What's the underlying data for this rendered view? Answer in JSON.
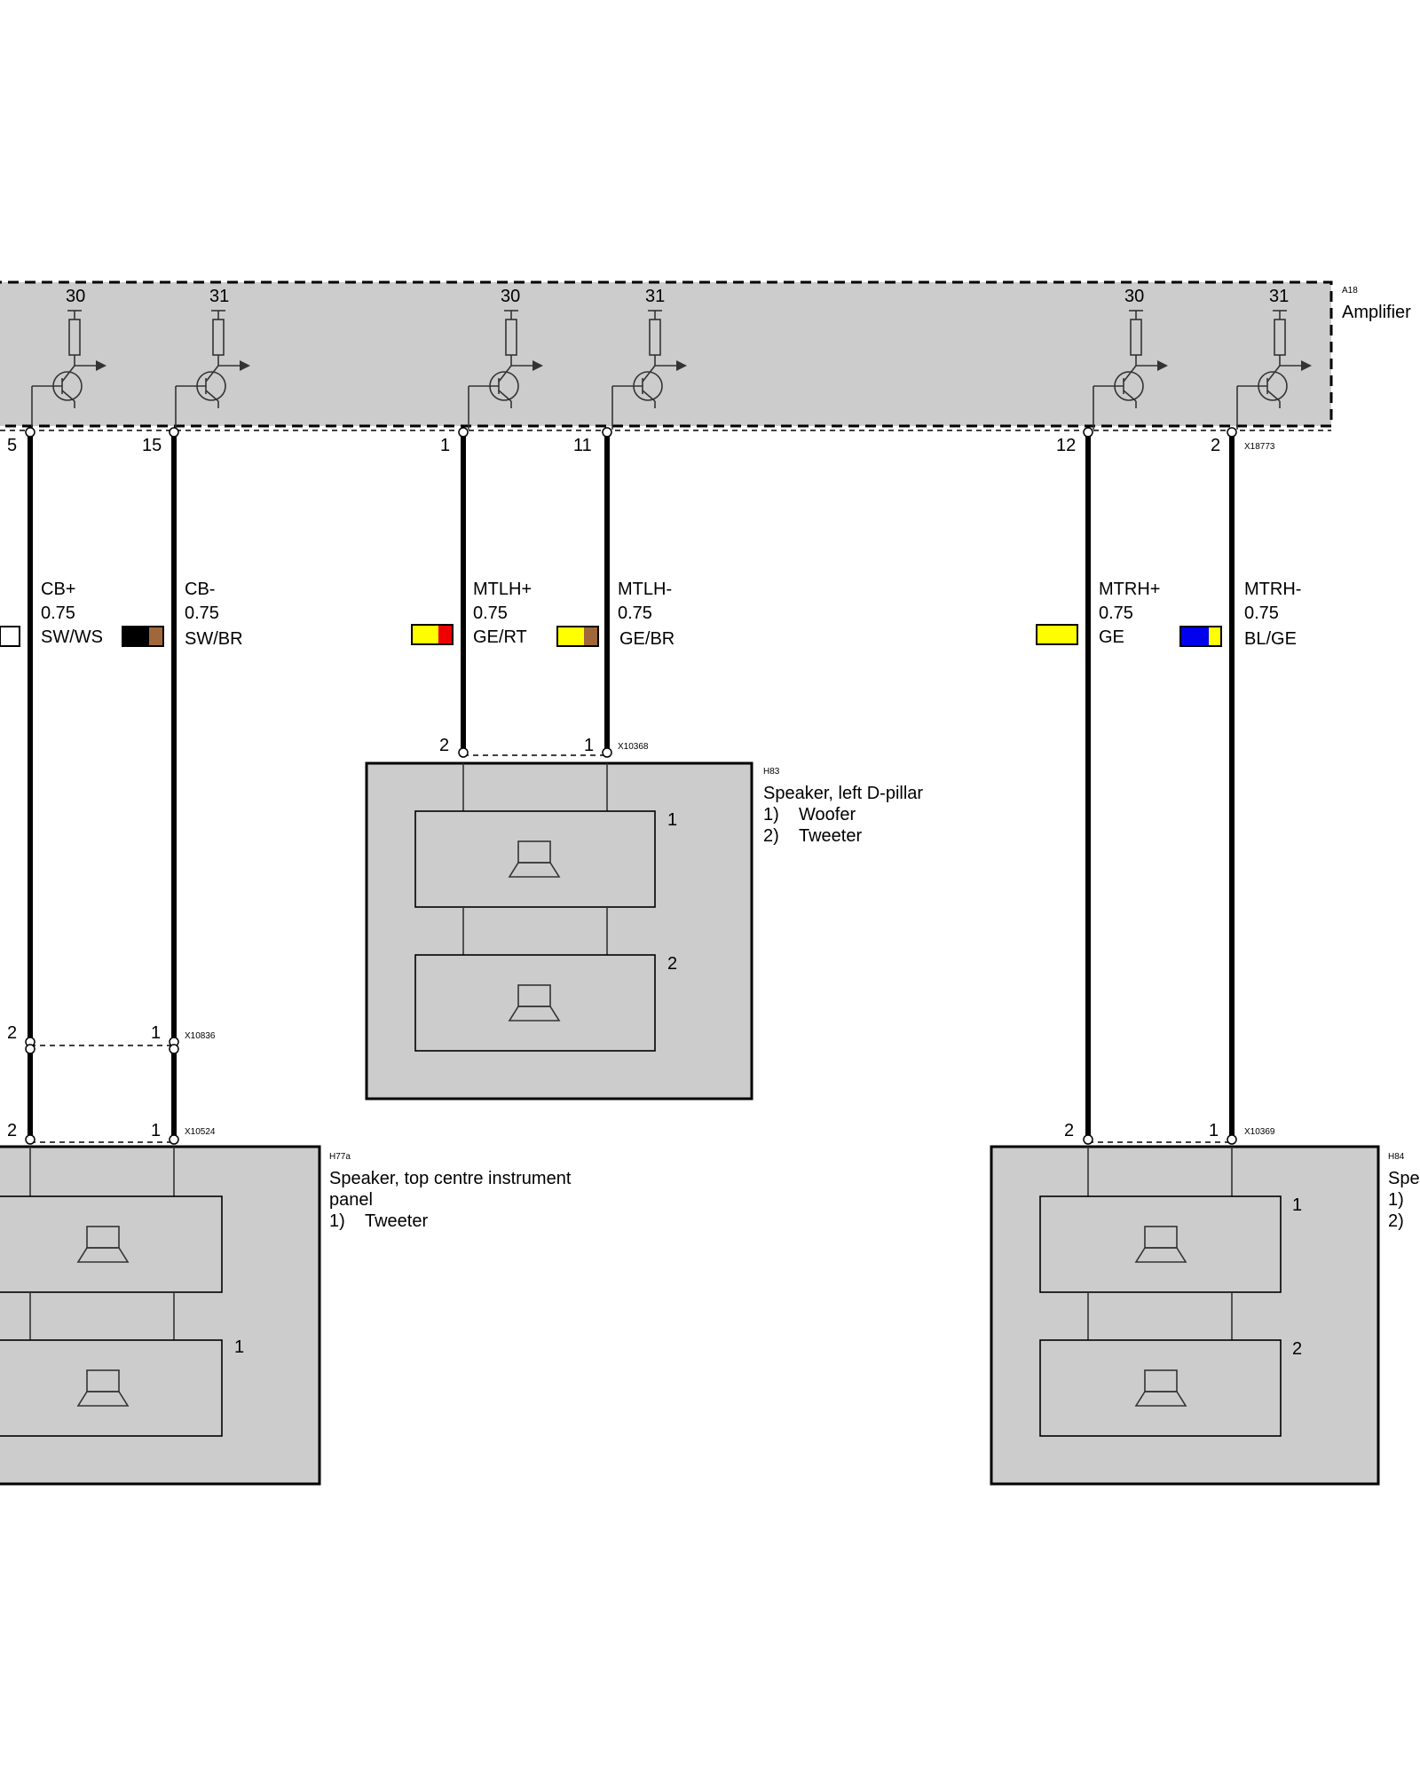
{
  "amplifier": {
    "id": "A18",
    "name": "Amplifier",
    "connector": "X18773",
    "outputs": [
      {
        "top": "30",
        "pin": "5"
      },
      {
        "top": "31",
        "pin": "15"
      },
      {
        "top": "30",
        "pin": "1"
      },
      {
        "top": "31",
        "pin": "11"
      },
      {
        "top": "30",
        "pin": "12"
      },
      {
        "top": "31",
        "pin": "2"
      }
    ]
  },
  "wires": [
    {
      "signal": "CB+",
      "gauge": "0.75",
      "color": "SW/WS",
      "swatch": [
        "#000000",
        "#ffffff"
      ]
    },
    {
      "signal": "CB-",
      "gauge": "0.75",
      "color": "SW/BR",
      "swatch": [
        "#000000",
        "#a0683a"
      ]
    },
    {
      "signal": "MTLH+",
      "gauge": "0.75",
      "color": "GE/RT",
      "swatch": [
        "#ffff00",
        "#ee0000"
      ]
    },
    {
      "signal": "MTLH-",
      "gauge": "0.75",
      "color": "GE/BR",
      "swatch": [
        "#ffff00",
        "#a0683a"
      ]
    },
    {
      "signal": "MTRH+",
      "gauge": "0.75",
      "color": "GE",
      "swatch": [
        "#ffff00",
        "#ffff00"
      ]
    },
    {
      "signal": "MTRH-",
      "gauge": "0.75",
      "color": "BL/GE",
      "swatch": [
        "#0000ee",
        "#ffff00"
      ]
    }
  ],
  "connectors": {
    "x10836": {
      "id": "X10836",
      "pin_a": "2",
      "pin_b": "1"
    },
    "x10524": {
      "id": "X10524",
      "pin_a": "2",
      "pin_b": "1"
    },
    "x10368": {
      "id": "X10368",
      "pin_a": "2",
      "pin_b": "1"
    },
    "x10369": {
      "id": "X10369",
      "pin_a": "2",
      "pin_b": "1"
    }
  },
  "speakers": {
    "h83": {
      "id": "H83",
      "title": "Speaker, left D-pillar",
      "items": [
        {
          "num": "1)",
          "name": "Woofer"
        },
        {
          "num": "2)",
          "name": "Tweeter"
        }
      ],
      "unit_labels": [
        "1",
        "2"
      ]
    },
    "h77a": {
      "id": "H77a",
      "title_line1": "Speaker, top centre instrument",
      "title_line2": "panel",
      "items": [
        {
          "num": "1)",
          "name": "Tweeter"
        }
      ],
      "unit_labels": [
        "1"
      ]
    },
    "h84": {
      "id": "H84",
      "title": "Spe",
      "items": [
        {
          "num": "1)"
        },
        {
          "num": "2)"
        }
      ],
      "unit_labels": [
        "1",
        "2"
      ]
    }
  },
  "colors": {
    "module_fill": "#cccccc",
    "line": "#000000"
  }
}
